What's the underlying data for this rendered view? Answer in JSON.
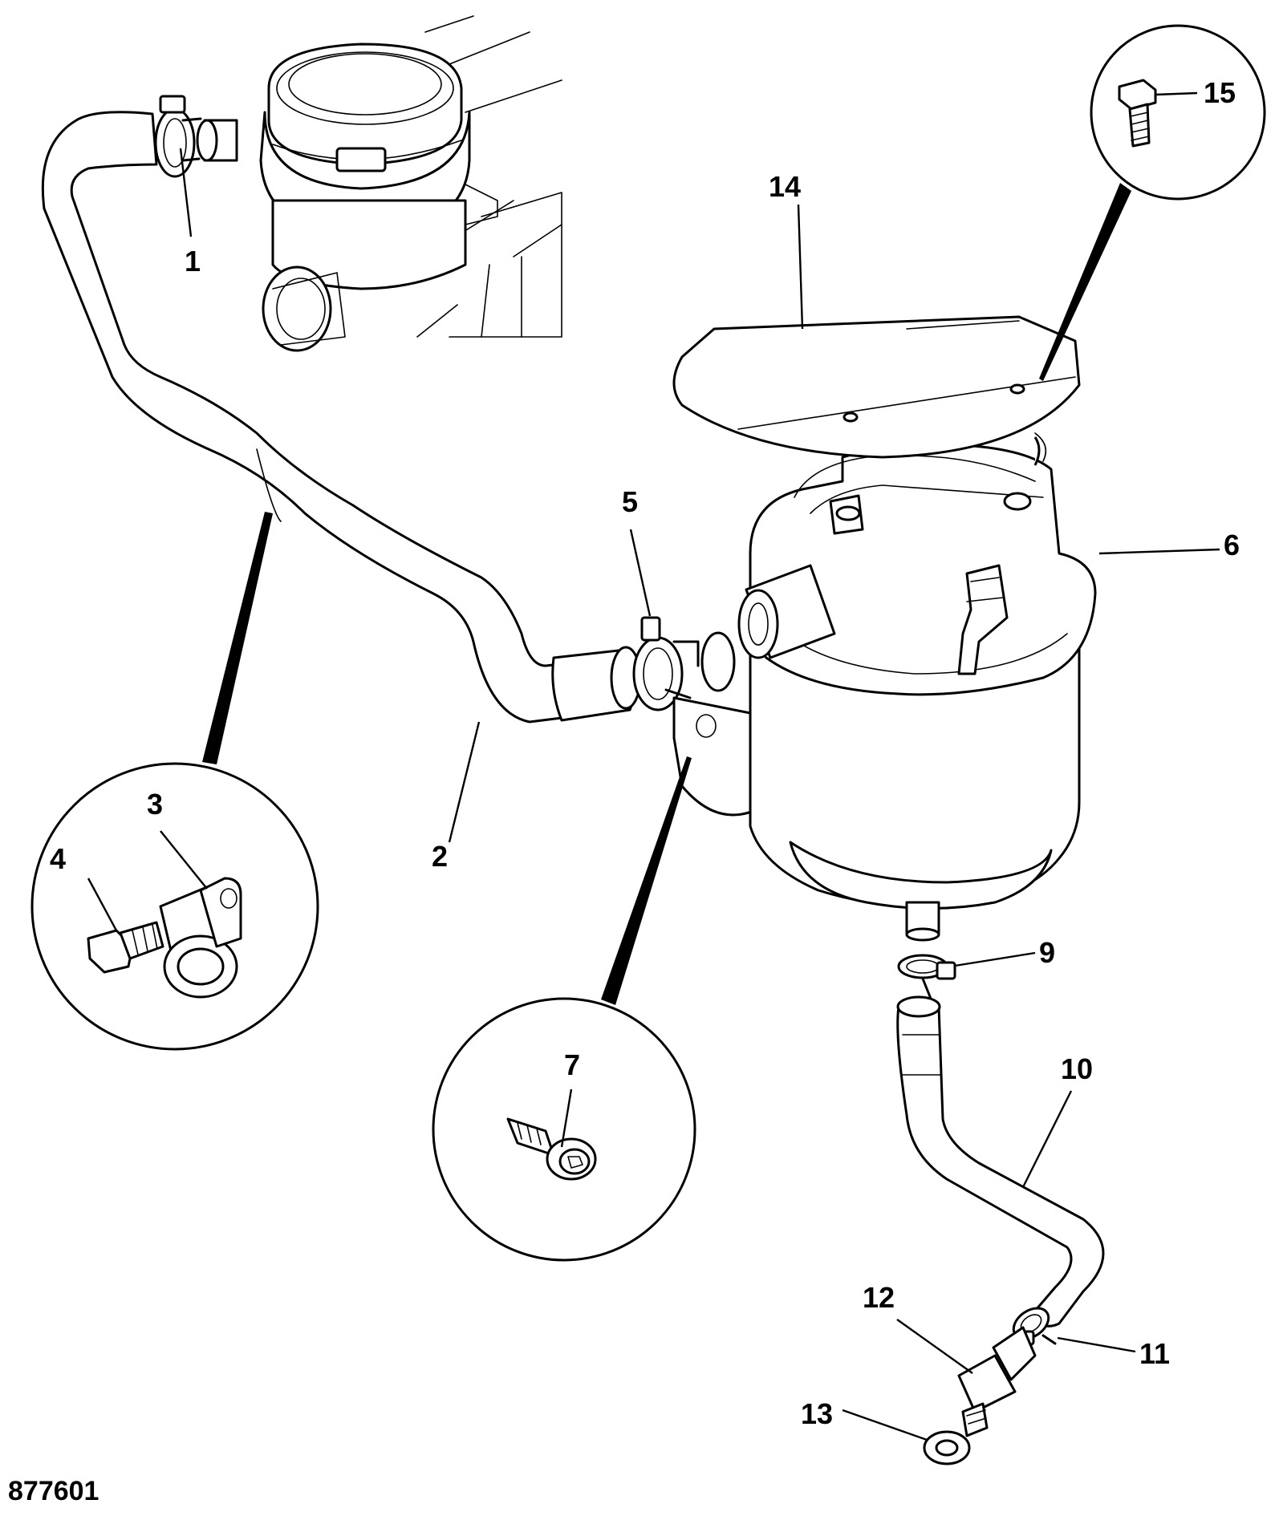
{
  "figure_number": "877601",
  "callouts": [
    {
      "id": "1",
      "label": "1"
    },
    {
      "id": "2",
      "label": "2"
    },
    {
      "id": "3",
      "label": "3"
    },
    {
      "id": "4",
      "label": "4"
    },
    {
      "id": "5",
      "label": "5"
    },
    {
      "id": "6",
      "label": "6"
    },
    {
      "id": "7",
      "label": "7"
    },
    {
      "id": "9",
      "label": "9"
    },
    {
      "id": "10",
      "label": "10"
    },
    {
      "id": "11",
      "label": "11"
    },
    {
      "id": "12",
      "label": "12"
    },
    {
      "id": "13",
      "label": "13"
    },
    {
      "id": "14",
      "label": "14"
    },
    {
      "id": "15",
      "label": "15"
    }
  ]
}
